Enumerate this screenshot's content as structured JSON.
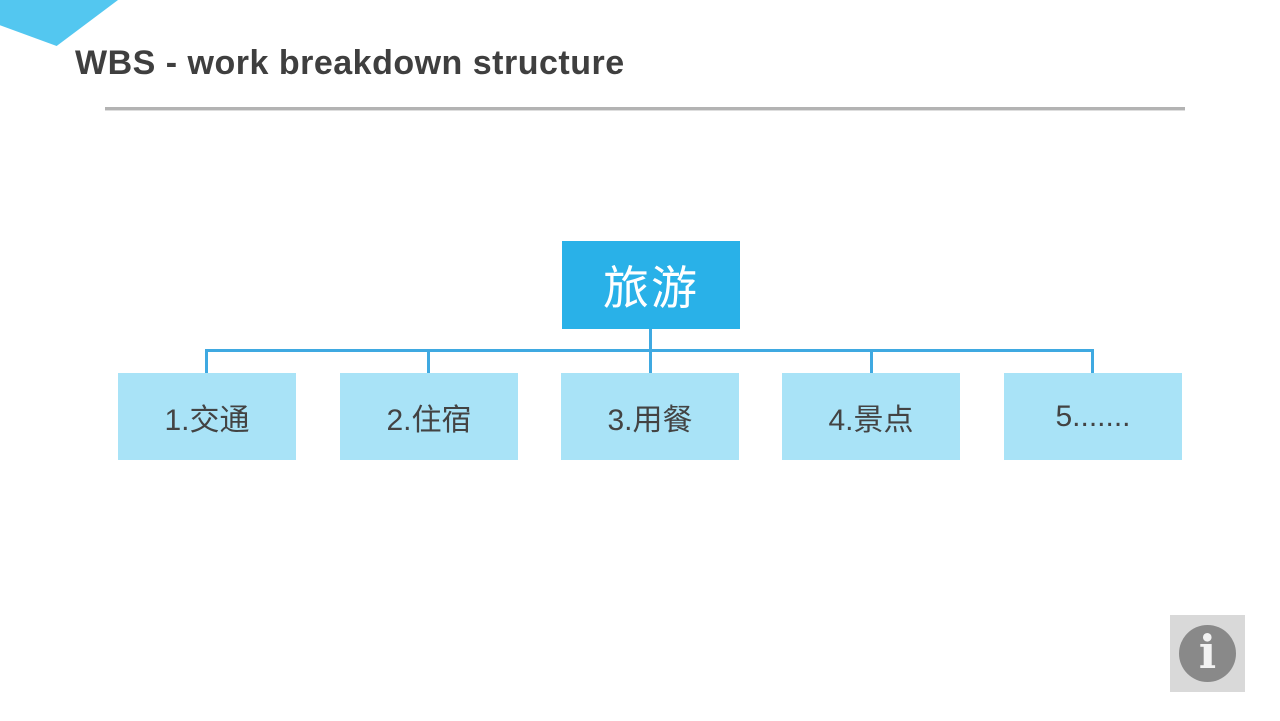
{
  "slide": {
    "title": "WBS - work breakdown structure",
    "colors": {
      "ribbon": "#53c7f0",
      "root_node": "#29b1e8",
      "child_node": "#a9e3f7",
      "connector": "#3fa9e1",
      "title_text": "#3f3f3f",
      "underline": "#b3b3b3"
    },
    "diagram": {
      "root": {
        "label": "旅游"
      },
      "children": [
        {
          "label": "1.交通"
        },
        {
          "label": "2.住宿"
        },
        {
          "label": "3.用餐"
        },
        {
          "label": "4.景点"
        },
        {
          "label": "5......."
        }
      ]
    },
    "logo": {
      "glyph": "i"
    }
  }
}
